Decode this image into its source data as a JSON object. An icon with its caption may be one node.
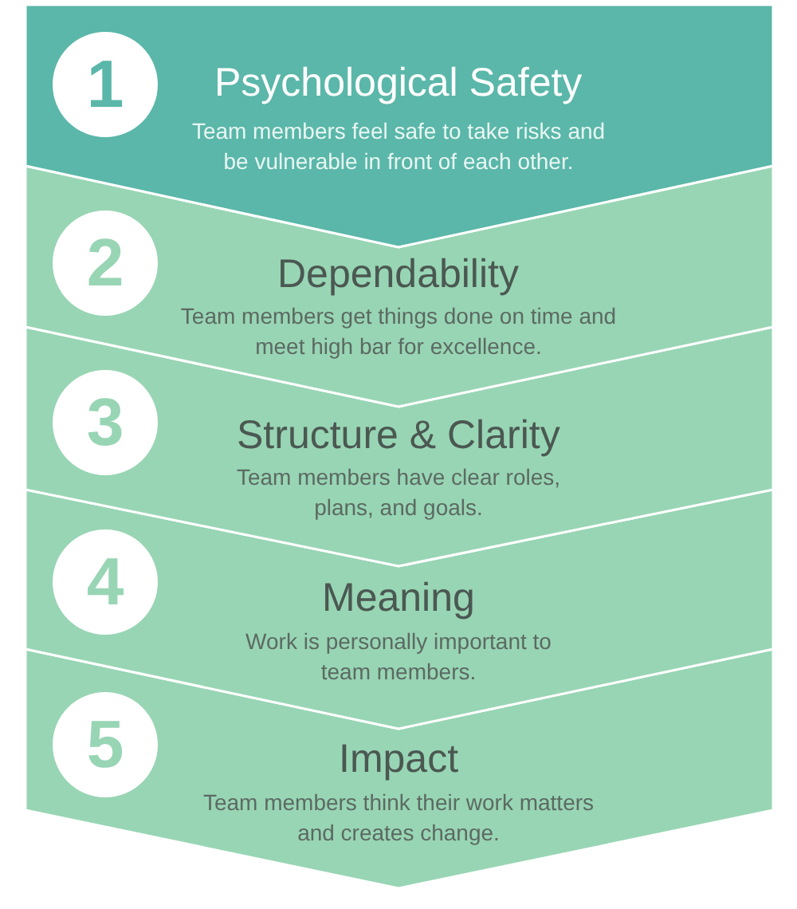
{
  "diagram": {
    "nodes": [
      {
        "text": [
          "1",
          "Psychological Safety",
          "Team members feel safe to take risks and be vulnerable in front of each other."
        ]
      },
      {
        "text": [
          "2",
          "Dependability",
          "Team members get things done on time and meet high bar for excellence."
        ]
      },
      {
        "text": [
          "3",
          "Structure & Clarity",
          "Team members have clear roles, plans, and goals."
        ]
      },
      {
        "text": [
          "4",
          "Meaning",
          "Work is personally important to team members."
        ]
      },
      {
        "text": [
          "5",
          "Impact",
          "Team members think their work matters and creates change."
        ]
      }
    ]
  }
}
